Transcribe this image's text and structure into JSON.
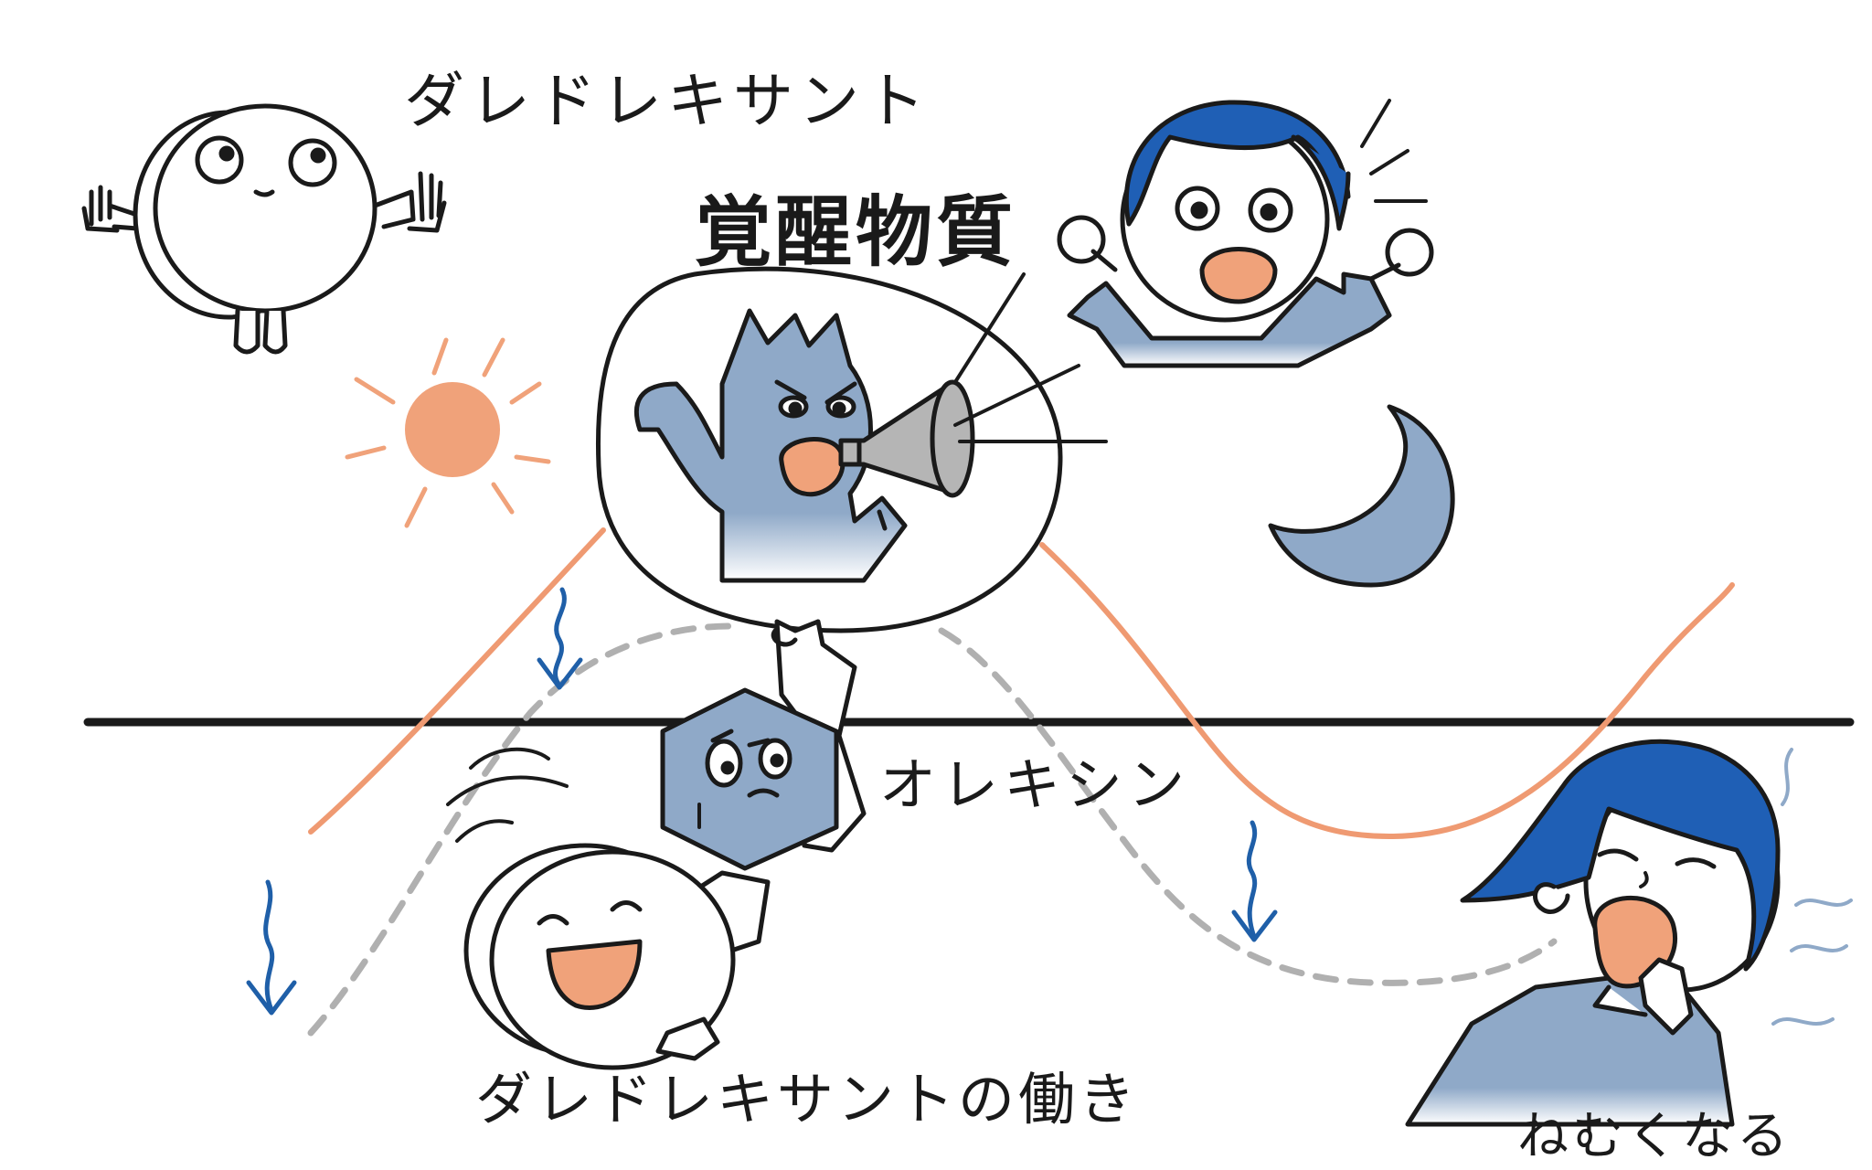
{
  "labels": {
    "drug_name": "ダレドレキサント",
    "wake_substance": "覚醒物質",
    "orexin": "オレキシン",
    "drug_action": "ダレドレキサントの働き",
    "sleepy": "ねむくなる"
  },
  "colors": {
    "outline": "#1a1a1a",
    "character_blue": "#8fa9c8",
    "hair_blue": "#1f5fb5",
    "arrow_blue": "#1f5fa8",
    "sun_orange": "#f0a27a",
    "curve_orange": "#ef9a72",
    "dashed_gray": "#b0b0b0",
    "megaphone_gray": "#b5b5b5"
  },
  "icons": [
    "sun-icon",
    "moon-icon",
    "megaphone-icon",
    "down-arrow-icon"
  ]
}
